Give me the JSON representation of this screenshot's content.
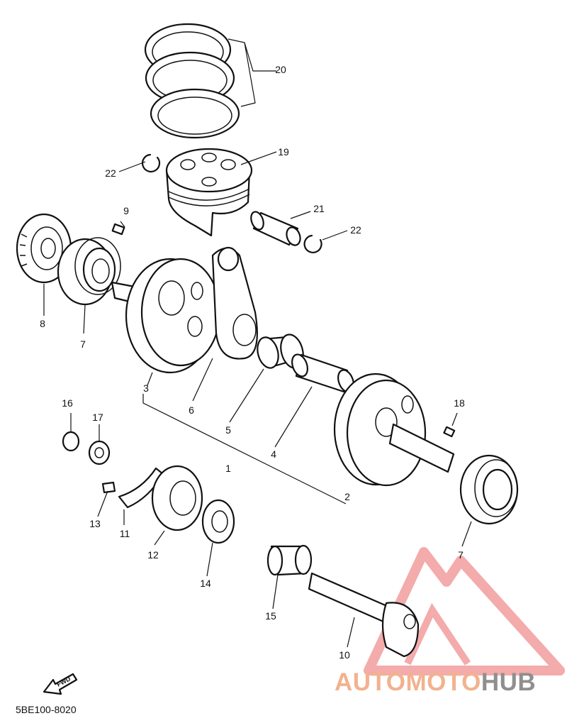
{
  "diagram_code": "5BE100-8020",
  "fwd_label": "FWD",
  "watermark": {
    "part1": "AUTOMOTO",
    "part2": "HUB",
    "color1": "#f2b28f",
    "color2": "#8f8f8f",
    "logo_color": "#ef8f8f"
  },
  "callouts": [
    "20",
    "19",
    "22",
    "22",
    "21",
    "9",
    "8",
    "7",
    "3",
    "6",
    "5",
    "4",
    "1",
    "2",
    "16",
    "17",
    "18",
    "13",
    "11",
    "12",
    "14",
    "15",
    "10",
    "7"
  ]
}
